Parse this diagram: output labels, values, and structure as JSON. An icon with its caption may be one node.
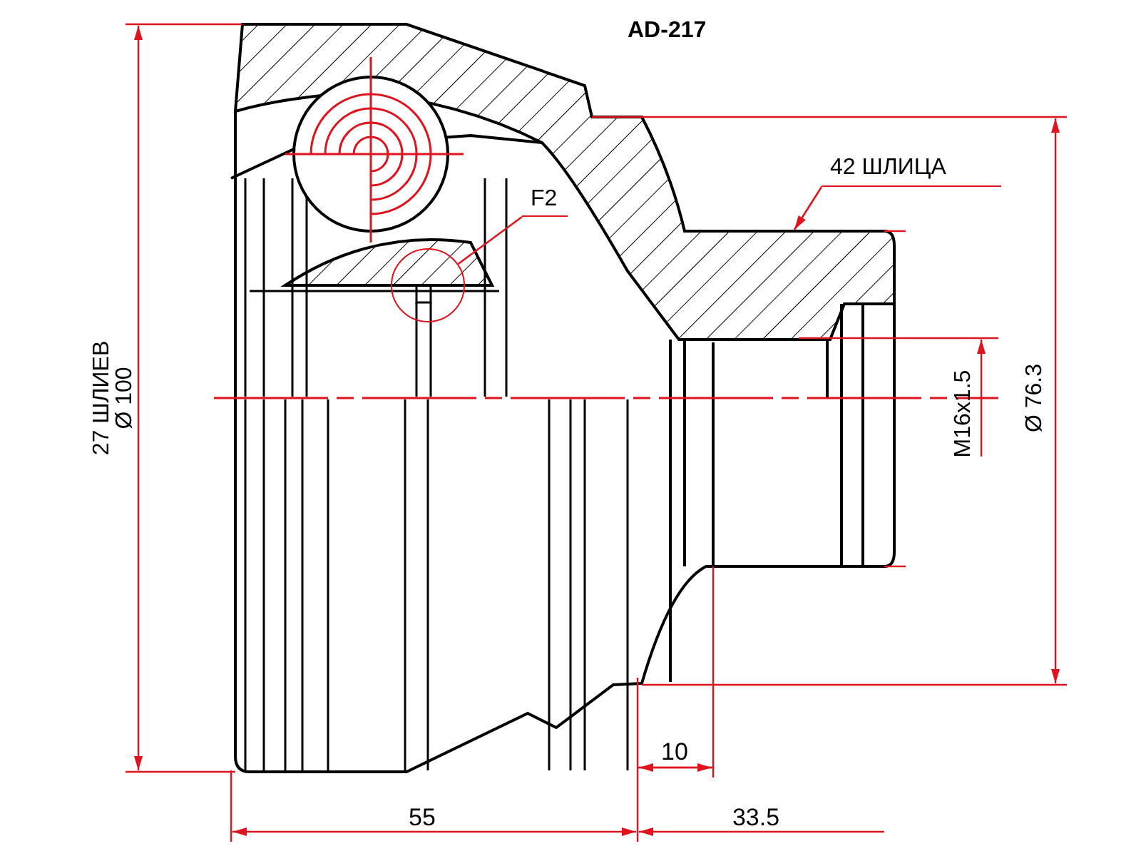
{
  "diagram": {
    "title": "AD-217",
    "nodes": [
      {
        "text": [
          "42 ШЛИЦА"
        ]
      },
      {
        "text": [
          "F2"
        ]
      },
      {
        "text": [],
        "shape": "circle"
      }
    ],
    "edges": [
      {
        "from": 0,
        "to": null,
        "arrow": "to"
      },
      {
        "from": 1,
        "to": 2,
        "arrow": "none"
      }
    ],
    "labels": [
      "27 ШЛИЕВ",
      "Ø 100",
      "M16x1.5",
      "Ø 76.3",
      "55",
      "10",
      "33.5"
    ]
  }
}
